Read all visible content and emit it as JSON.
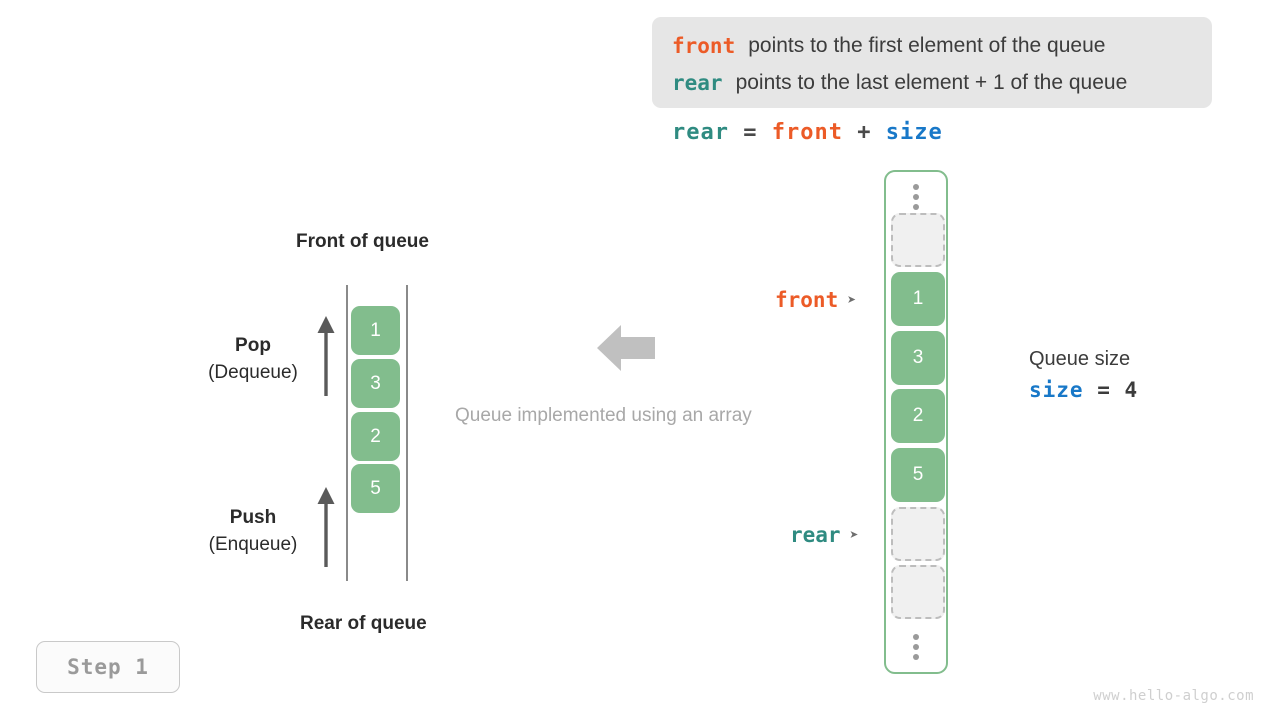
{
  "legend": {
    "lines": [
      {
        "keyword": "front",
        "keyword_color": "#ec5b27",
        "text": "points to the first element of the queue"
      },
      {
        "keyword": "rear",
        "keyword_color": "#2f8b81",
        "text": "points to the last element + 1 of the queue"
      }
    ],
    "background": "#e6e6e6"
  },
  "formula": {
    "lhs": "rear",
    "eq": "=",
    "rhs1": "front",
    "plus": "+",
    "rhs2": "size"
  },
  "left_diagram": {
    "front_label": "Front of queue",
    "rear_label": "Rear of queue",
    "cells": [
      "1",
      "3",
      "2",
      "5"
    ],
    "pop": {
      "title": "Pop",
      "subtitle": "(Dequeue)"
    },
    "push": {
      "title": "Push",
      "subtitle": "(Enqueue)"
    },
    "cell_color": "#82bd8d",
    "rail_color": "#8a8a8a"
  },
  "center": {
    "caption": "Queue implemented using an array",
    "arrow_direction": "left",
    "arrow_color": "#c0c0c0"
  },
  "array_column": {
    "border_color": "#82bd8d",
    "top_ellipsis": "⋮",
    "bottom_ellipsis": "⋮",
    "slots": [
      {
        "type": "empty",
        "value": ""
      },
      {
        "type": "filled",
        "value": "1"
      },
      {
        "type": "filled",
        "value": "3"
      },
      {
        "type": "filled",
        "value": "2"
      },
      {
        "type": "filled",
        "value": "5"
      },
      {
        "type": "empty",
        "value": ""
      },
      {
        "type": "empty",
        "value": ""
      }
    ]
  },
  "pointers": {
    "front": {
      "label": "front",
      "marker": "➤",
      "color": "#ec5b27"
    },
    "rear": {
      "label": "rear",
      "marker": "➤",
      "color": "#2f8b81"
    }
  },
  "size_annotation": {
    "title": "Queue size",
    "var": "size",
    "eq": "=",
    "value": "4",
    "var_color": "#1878c8"
  },
  "step_badge": {
    "label": "Step 1"
  },
  "watermark": {
    "text": "www.hello-algo.com"
  }
}
